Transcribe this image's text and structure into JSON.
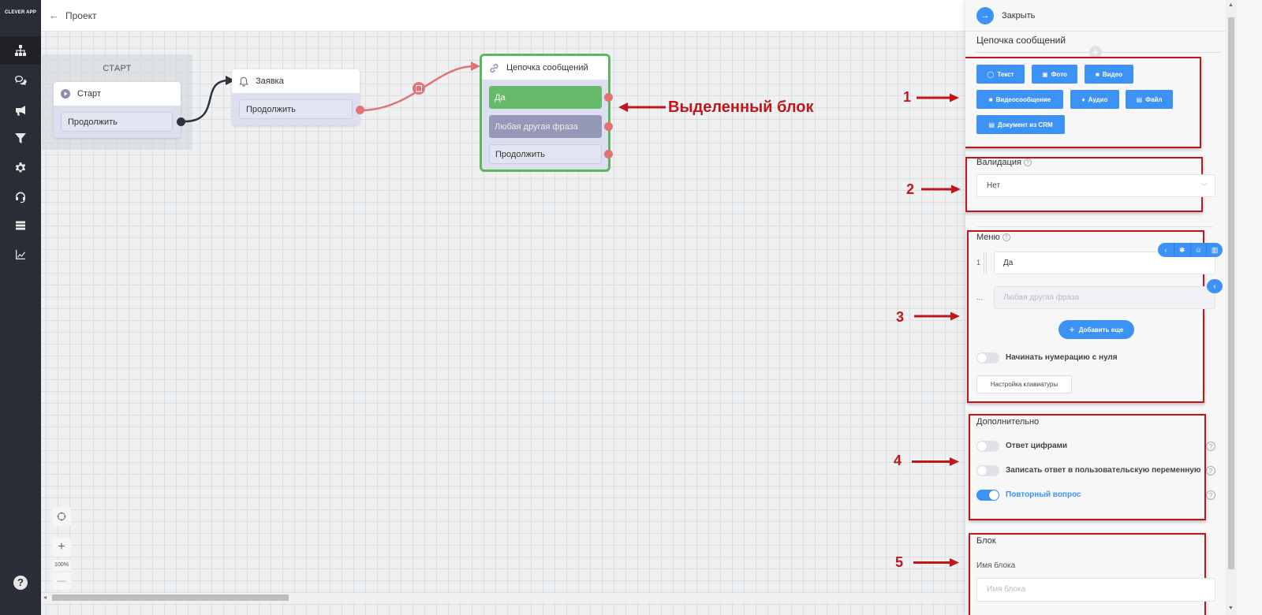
{
  "sidebar": {
    "logo": "CLEVER APP",
    "items": [
      {
        "icon": "sitemap-icon",
        "active": true
      },
      {
        "icon": "chat-icon",
        "active": false
      },
      {
        "icon": "megaphone-icon",
        "active": false
      },
      {
        "icon": "filter-icon",
        "active": false
      },
      {
        "icon": "gear-icon",
        "active": false
      },
      {
        "icon": "headset-icon",
        "active": false
      },
      {
        "icon": "database-icon",
        "active": false
      },
      {
        "icon": "chart-icon",
        "active": false
      }
    ],
    "help": "?"
  },
  "topbar": {
    "back": "←",
    "title": "Проект"
  },
  "canvas": {
    "group_title": "СТАРТ",
    "nodes": {
      "start": {
        "title": "Старт",
        "button": "Продолжить"
      },
      "request": {
        "title": "Заявка",
        "button": "Продолжить"
      },
      "chain": {
        "title": "Цепочка сообщений",
        "options": [
          "Да",
          "Любая другая фраза",
          "Продолжить"
        ]
      }
    },
    "annotation_selected": "Выделенный блок",
    "annotation_numbers": [
      "1",
      "2",
      "3",
      "4",
      "5"
    ],
    "zoom": {
      "fit": "⊕",
      "plus": "+",
      "level": "100%",
      "minus": "—"
    }
  },
  "panel": {
    "close_label": "Закрыть",
    "title": "Цепочка сообщений",
    "message_types": [
      {
        "label": "Текст",
        "icon": "comment-icon"
      },
      {
        "label": "Фото",
        "icon": "image-icon"
      },
      {
        "label": "Видео",
        "icon": "video-icon"
      },
      {
        "label": "Видеосообщение",
        "icon": "video-icon"
      },
      {
        "label": "Аудио",
        "icon": "microphone-icon"
      },
      {
        "label": "Файл",
        "icon": "file-icon"
      },
      {
        "label": "Документ из CRM",
        "icon": "document-icon"
      }
    ],
    "validation": {
      "title": "Валидация",
      "value": "Нет"
    },
    "menu": {
      "title": "Меню",
      "items": [
        {
          "num": "1",
          "value": "Да"
        },
        {
          "num": "...",
          "value": "Любая другая фраза",
          "disabled": true
        }
      ],
      "add_more": "Добавить еще",
      "zero_numbering": {
        "label": "Начинать нумерацию с нуля",
        "on": false
      },
      "keyboard_settings": "Настройка клавиатуры"
    },
    "additional": {
      "title": "Дополнительно",
      "toggles": [
        {
          "label": "Ответ цифрами",
          "on": false
        },
        {
          "label": "Записать ответ в пользовательскую переменную",
          "on": false
        },
        {
          "label": "Повторный вопрос",
          "on": true
        }
      ]
    },
    "block": {
      "title": "Блок",
      "name_label": "Имя блока",
      "name_placeholder": "Имя блока",
      "name_value": ""
    }
  },
  "colors": {
    "accent": "#3d93f5",
    "sidebar": "#2a2d35",
    "selected_border": "#5cb85c",
    "option_green": "#66bb6a",
    "option_gray": "#9698b8",
    "connection_red": "#e27373",
    "annotation_red": "#c0171b"
  }
}
